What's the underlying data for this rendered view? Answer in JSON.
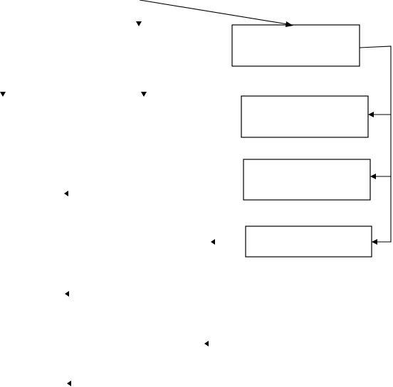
{
  "diagram": {
    "stroke_color": "#000000",
    "background_color": "#ffffff",
    "boxes": [
      {
        "name": "box-top",
        "text": ""
      },
      {
        "name": "box-second",
        "text": ""
      },
      {
        "name": "box-third",
        "text": ""
      },
      {
        "name": "box-bottom",
        "text": ""
      }
    ],
    "connectors": [
      {
        "name": "arrow-into-top-box",
        "from": "offscreen-left",
        "to": "box-top"
      },
      {
        "name": "bracket-to-second-box",
        "from": "box-top",
        "to": "box-second"
      },
      {
        "name": "bracket-to-third-box",
        "from": "box-top",
        "to": "box-third"
      },
      {
        "name": "bracket-to-bottom-box",
        "from": "box-top",
        "to": "box-bottom"
      }
    ],
    "stray_markers": [
      {
        "name": "marker-down-1",
        "icon": "triangle-down-icon"
      },
      {
        "name": "marker-down-2",
        "icon": "triangle-down-icon"
      },
      {
        "name": "marker-down-3",
        "icon": "triangle-down-icon"
      },
      {
        "name": "marker-left-1",
        "icon": "triangle-left-icon"
      },
      {
        "name": "marker-left-2",
        "icon": "triangle-left-icon"
      },
      {
        "name": "marker-left-3",
        "icon": "triangle-left-icon"
      },
      {
        "name": "marker-left-4",
        "icon": "triangle-left-icon"
      },
      {
        "name": "marker-left-5",
        "icon": "triangle-left-icon"
      }
    ]
  }
}
